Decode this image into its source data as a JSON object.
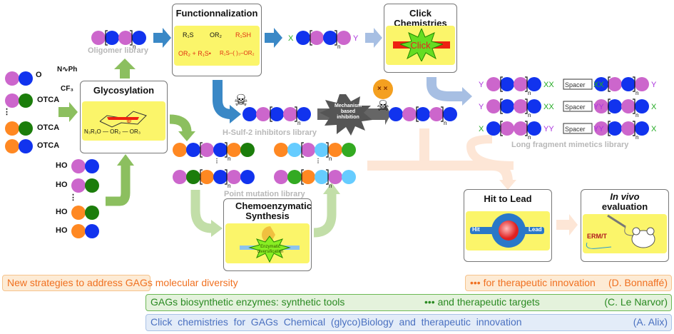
{
  "colors": {
    "pink": "#cc66cc",
    "blue": "#1133ee",
    "dkgreen": "#1b7d0b",
    "orange": "#ff8822",
    "ltblue": "#66ccff",
    "green": "#33aa22",
    "yellow": "#fbf56a",
    "arrow_green": "#8cbf5f",
    "arrow_blue": "#3a88c6",
    "arrow_ltblue": "#a7bfe3",
    "peach": "#fde6d6"
  },
  "boxes": {
    "functionalization": "Functionnalization",
    "click": "Click Chemistries",
    "click_label": "Click",
    "glycosylation": "Glycosylation",
    "chemoenzymatic": "Chemoenzymatic Synthesis",
    "enzymatic_label": "Enzymatic diversification",
    "hit_to_lead": "Hit to Lead",
    "hit": "Hit",
    "lead": "Lead",
    "in_vivo_italic": "In vivo",
    "in_vivo_rest": "evaluation",
    "labex_logo": "LabEx LERMIT"
  },
  "libraries": {
    "oligomer": "Oligomer library",
    "hsulf": "H-Sulf-2 inhibitors library",
    "point": "Point mutation library",
    "long": "Long fragment mimetics library"
  },
  "mechanism": "Mechanism based inhibition",
  "chem": {
    "donor1": "O",
    "nph": "N∿Ph",
    "cf3": "CF₃",
    "otca": "OTCA",
    "ho": "HO",
    "n": "n",
    "x": "X",
    "y": "Y",
    "xx": "XX",
    "yy": "YY",
    "spacer": "Spacer",
    "glyco_formula": "N₃R₁O — OR₂ — OR₃",
    "func_r1s": "R₁S",
    "func_or2": "OR₂",
    "func_r1sh": "R₁SH",
    "func_allyl": "OR₂ + R₁S•",
    "func_prod": "R₁S–( )₃–OR₂"
  },
  "chains": {
    "oligomer": [
      "pink",
      "blue",
      "pink",
      "blue"
    ],
    "func_out": [
      "blue",
      "pink",
      "blue",
      "pink"
    ],
    "donor1": [
      "pink",
      "blue"
    ],
    "donor2": [
      "pink",
      "dkgreen"
    ],
    "donor3": [
      "orange",
      "dkgreen"
    ],
    "donor4": [
      "orange",
      "blue"
    ],
    "acc1": [
      "pink",
      "blue"
    ],
    "acc2": [
      "pink",
      "dkgreen"
    ],
    "acc3": [
      "orange",
      "dkgreen"
    ],
    "acc4": [
      "orange",
      "blue"
    ],
    "hsulf": [
      "blue",
      "pink",
      "blue",
      "pink",
      "blue"
    ],
    "inhib": [
      "blue",
      "pink",
      "blue",
      "pink",
      "blue"
    ],
    "pm1": [
      "orange",
      "blue",
      "pink",
      "blue",
      "orange",
      "dkgreen"
    ],
    "pm2": [
      "pink",
      "dkgreen",
      "orange",
      "blue",
      "pink",
      "blue"
    ],
    "pm3": [
      "orange",
      "ltblue",
      "pink",
      "ltblue",
      "orange",
      "green"
    ],
    "pm4": [
      "pink",
      "green",
      "orange",
      "ltblue",
      "pink",
      "ltblue"
    ],
    "lf1a": [
      "pink",
      "blue",
      "pink",
      "blue"
    ],
    "lf1b": [
      "blue",
      "pink",
      "blue",
      "pink"
    ],
    "lf2a": [
      "pink",
      "blue",
      "pink",
      "blue"
    ],
    "lf2b": [
      "pink",
      "blue",
      "pink",
      "blue"
    ],
    "lf3a": [
      "blue",
      "pink",
      "pink",
      "blue"
    ],
    "lf3b": [
      "pink",
      "blue",
      "pink",
      "blue"
    ]
  },
  "bars": {
    "orange_left": "New strategies to address GAGs molecular diversity",
    "orange_right": "•••  for therapeutic innovation",
    "orange_author": "(D. Bonnaffé)",
    "green_left": "GAGs biosynthetic enzymes: synthetic tools",
    "green_mid": "••• and therapeutic targets",
    "green_author": "(C. Le Narvor)",
    "blue_left": "Click  chemistries  for  GAGs  Chemical  (glyco)Biology  and  therapeutic  innovation",
    "blue_author": "(A. Alix)"
  }
}
